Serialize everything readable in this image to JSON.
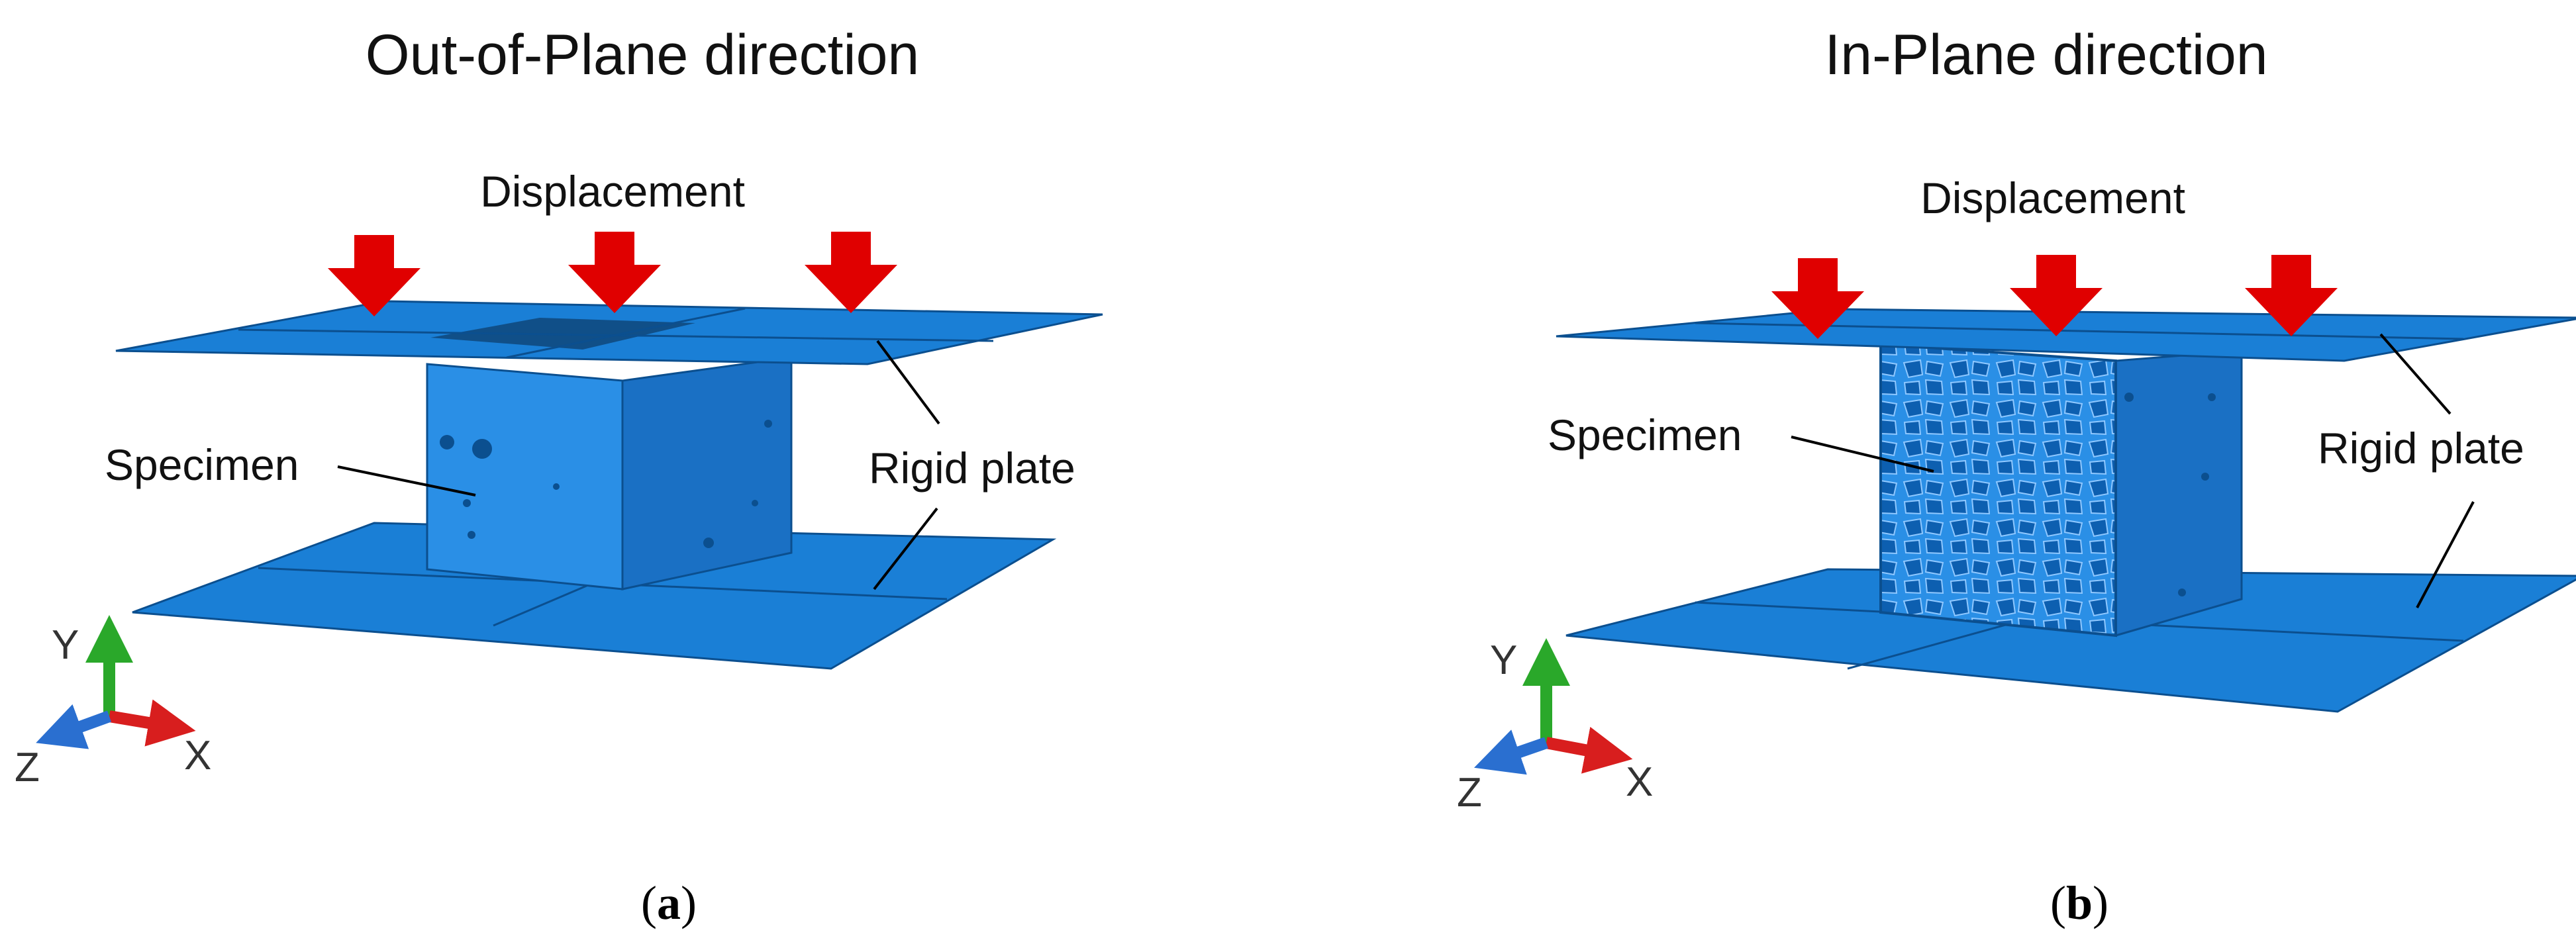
{
  "panels": [
    {
      "title": "Out-of-Plane direction",
      "displacement_label": "Displacement",
      "specimen_label": "Specimen",
      "plate_label": "Rigid plate",
      "caption_letter": "a",
      "axes": {
        "y": "Y",
        "x": "X",
        "z": "Z"
      }
    },
    {
      "title": "In-Plane direction",
      "displacement_label": "Displacement",
      "specimen_label": "Specimen",
      "plate_label": "Rigid plate",
      "caption_letter": "b",
      "axes": {
        "y": "Y",
        "x": "X",
        "z": "Z"
      }
    }
  ],
  "caption_open": "(",
  "caption_close": ")",
  "colors": {
    "plate": "#1a7fd6",
    "plate_edge": "#0b4f8f",
    "specimen_front": "#2a8fe6",
    "specimen_side": "#1a70c4",
    "arrow": "#e00000",
    "axis_y": "#2aa82a",
    "axis_x": "#d81e1e",
    "axis_z": "#2a6fd0"
  },
  "icons": [
    "down-arrow-icon",
    "axis-triad-icon",
    "leader-line"
  ]
}
